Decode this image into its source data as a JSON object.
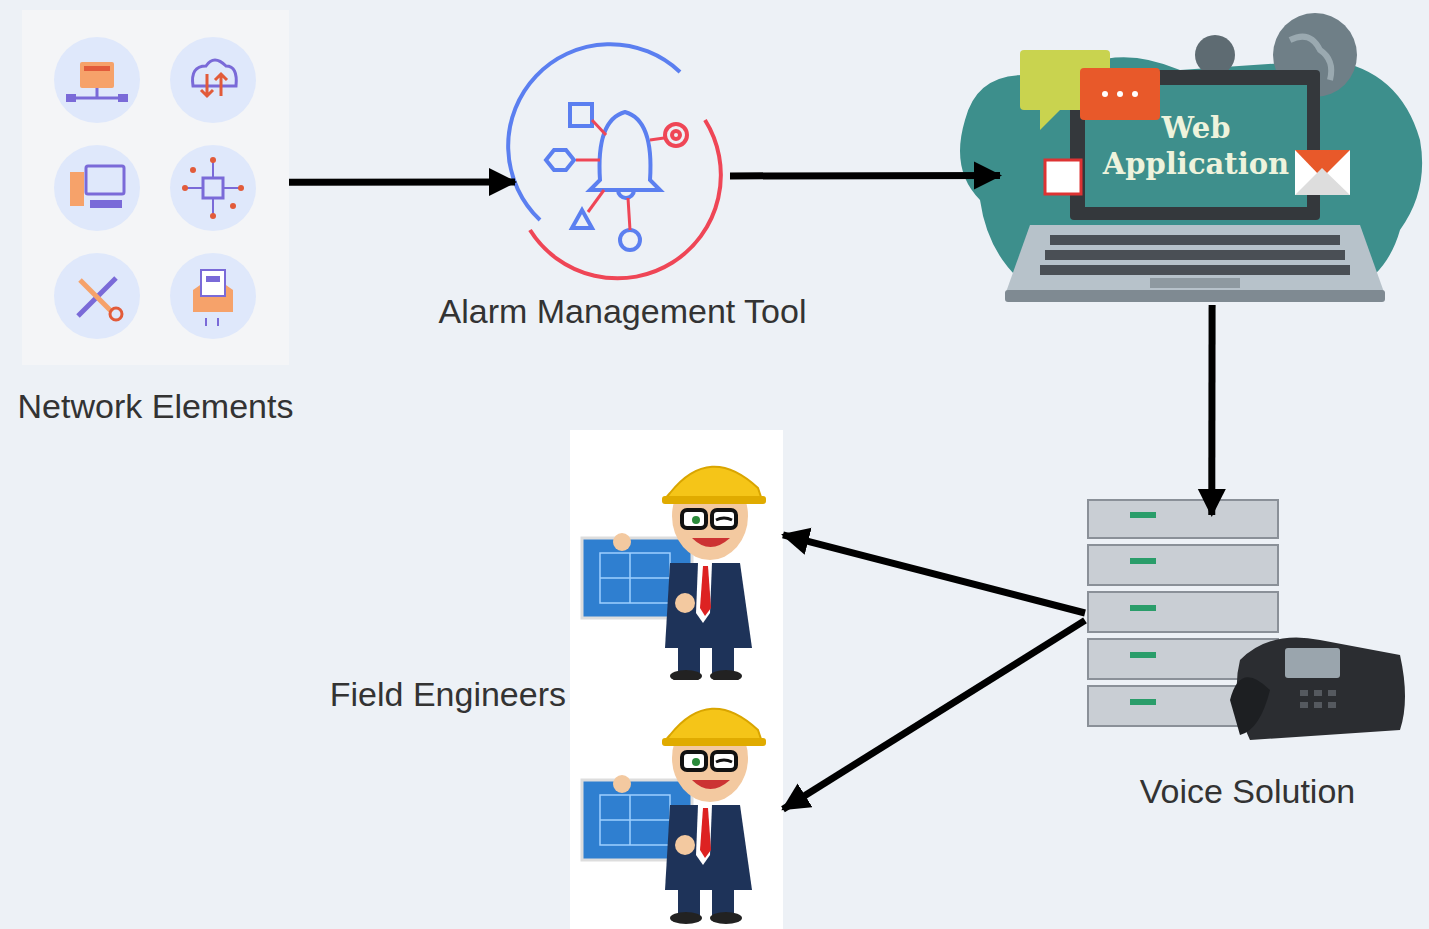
{
  "diagram": {
    "nodes": [
      {
        "text": [
          "Network Elements"
        ]
      },
      {
        "text": [
          "Alarm Management Tool"
        ]
      },
      {
        "text": [
          "Web Application"
        ]
      },
      {
        "text": [
          "Voice Solution"
        ]
      },
      {
        "text": [
          "Field Engineers"
        ]
      }
    ],
    "edges": [
      {
        "from": 0,
        "to": 1,
        "arrow": "to"
      },
      {
        "from": 1,
        "to": 2,
        "arrow": "to"
      },
      {
        "from": 2,
        "to": 3,
        "arrow": "to"
      },
      {
        "from": 3,
        "to": 4,
        "arrow": "to"
      },
      {
        "from": 3,
        "to": 4,
        "arrow": "to"
      }
    ]
  }
}
